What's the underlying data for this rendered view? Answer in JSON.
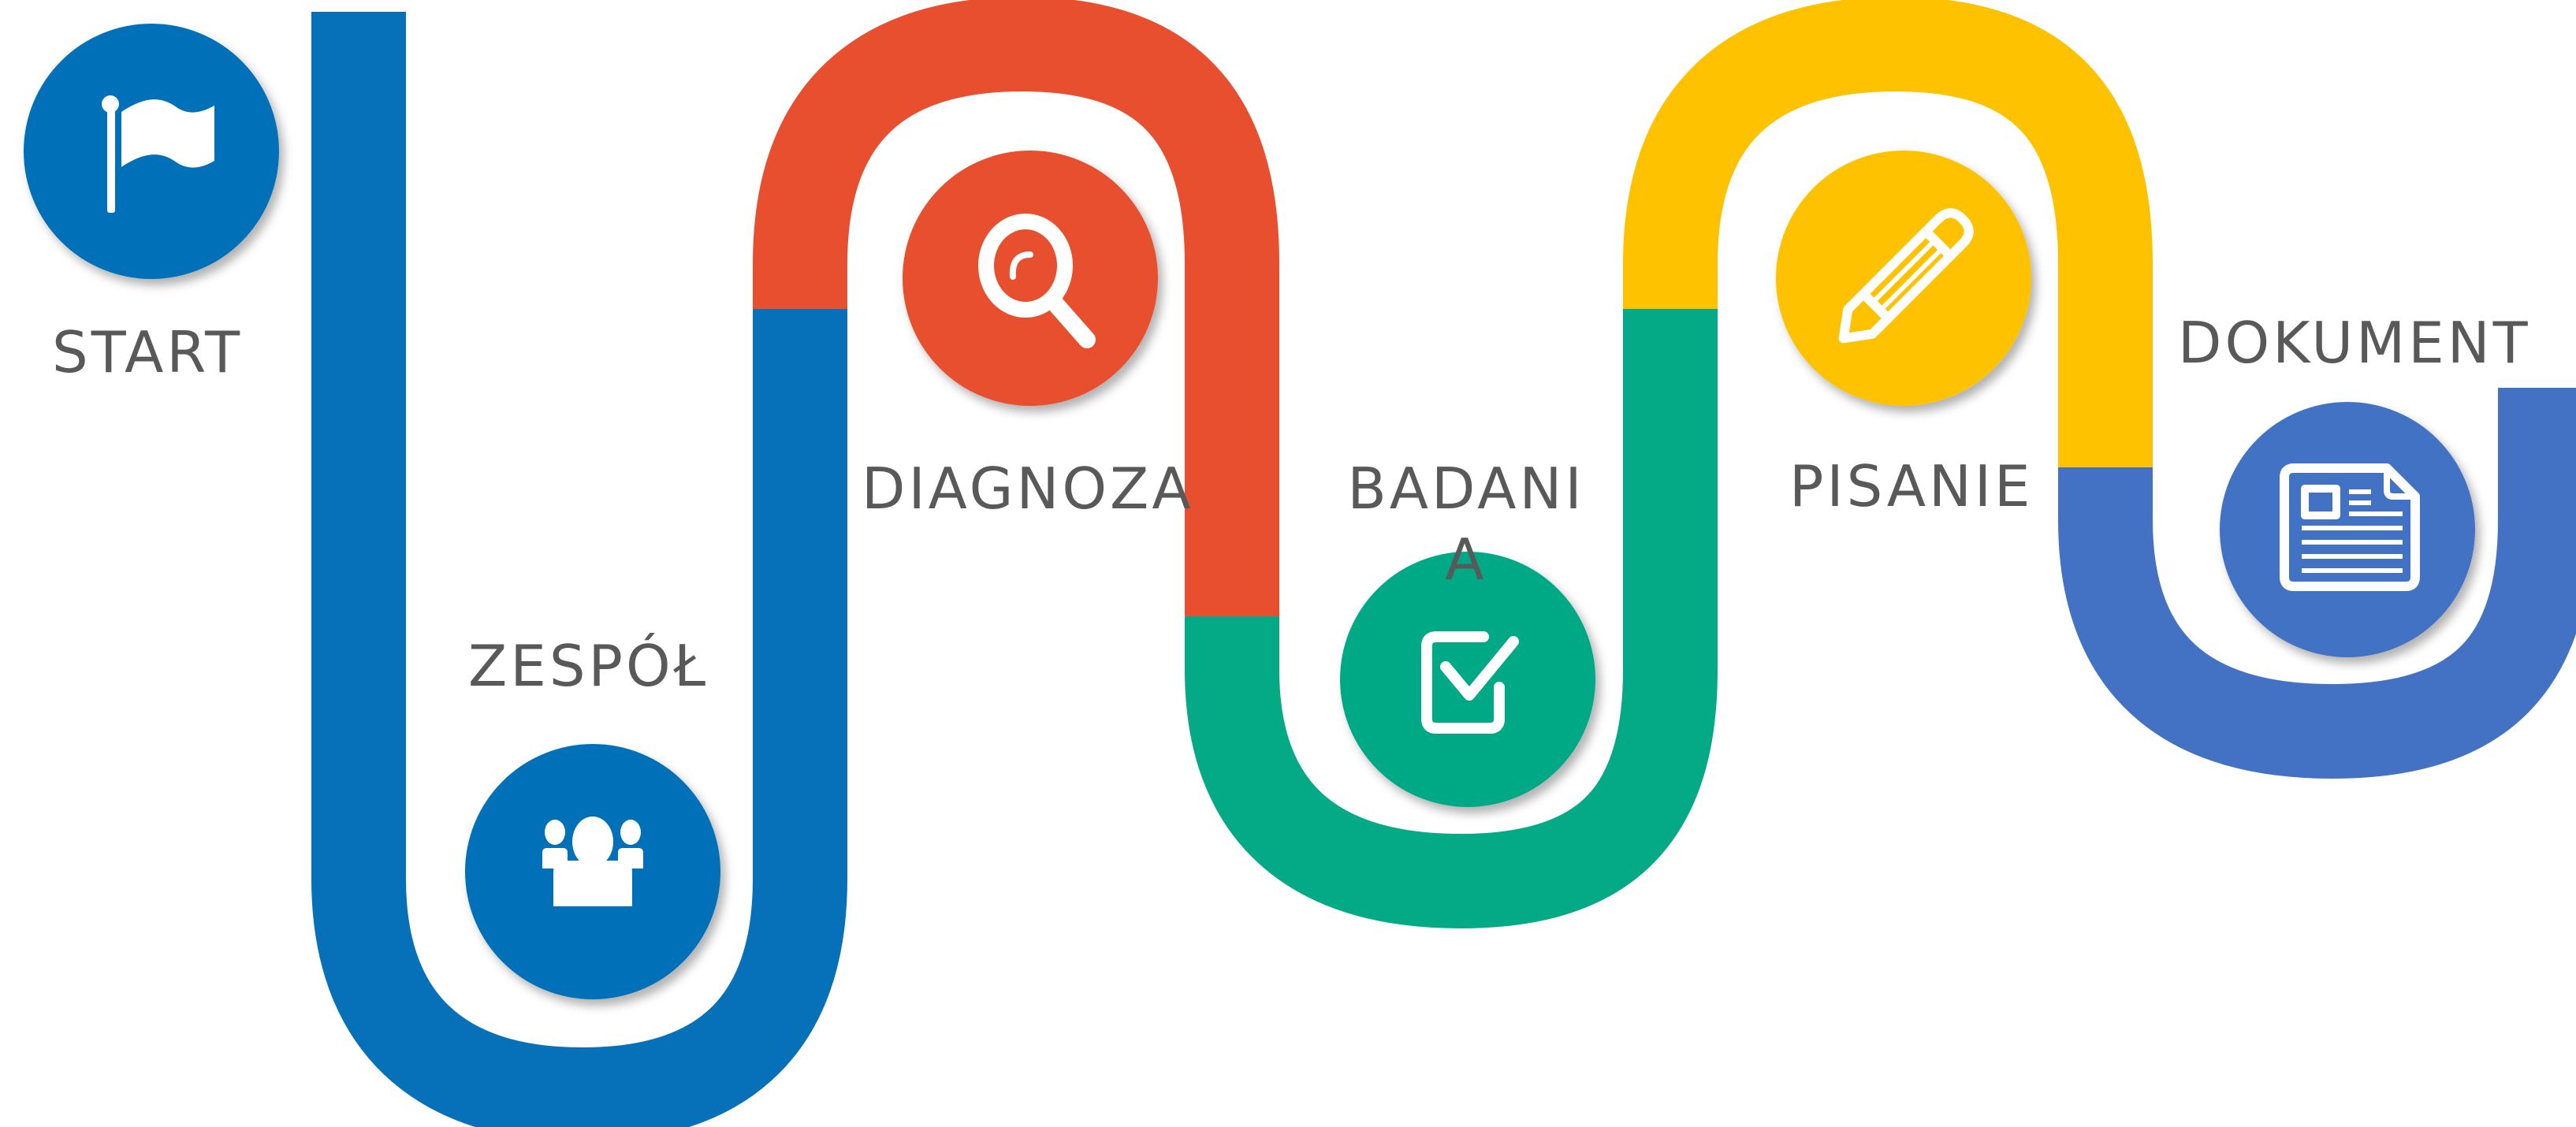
{
  "colors": {
    "blue": "#0670B8",
    "red": "#E84F2F",
    "green": "#04A985",
    "yellow": "#FEC200",
    "indigo": "#4372C4",
    "label": "#595959",
    "icon": "#FFFFFF"
  },
  "steps": [
    {
      "label": "START",
      "color": "blue",
      "icon": "flag-icon"
    },
    {
      "label": "ZESPÓŁ",
      "color": "blue",
      "icon": "team-icon"
    },
    {
      "label": "DIAGNOZA",
      "color": "red",
      "icon": "magnifier-icon"
    },
    {
      "label": "BADANIA",
      "color": "green",
      "icon": "checkbox-icon"
    },
    {
      "label": "PISANIE",
      "color": "yellow",
      "icon": "pencil-icon"
    },
    {
      "label": "DOKUMENT",
      "color": "indigo",
      "icon": "document-icon"
    }
  ]
}
